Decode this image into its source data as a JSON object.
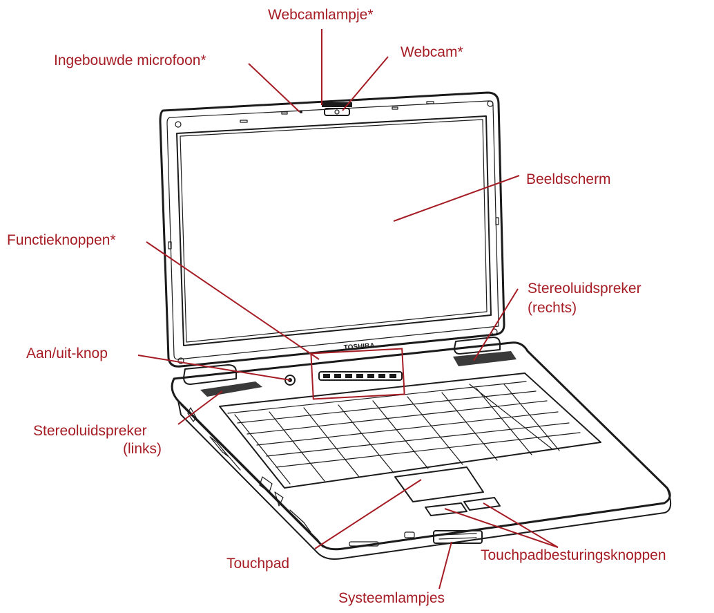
{
  "labels": {
    "webcam_light": "Webcamlampje*",
    "microphone": "Ingebouwde microfoon*",
    "webcam": "Webcam*",
    "display": "Beeldscherm",
    "function_buttons": "Functieknoppen*",
    "speaker_right_1": "Stereoluidspreker",
    "speaker_right_2": "(rechts)",
    "power_button": "Aan/uit-knop",
    "speaker_left_1": "Stereoluidspreker",
    "speaker_left_2": "(links)",
    "touchpad": "Touchpad",
    "touchpad_buttons": "Touchpadbesturingsknoppen",
    "system_lights": "Systeemlampjes"
  },
  "brand": "TOSHIBA",
  "colors": {
    "label": "#a51c24",
    "lineart": "#1b1b1b"
  }
}
